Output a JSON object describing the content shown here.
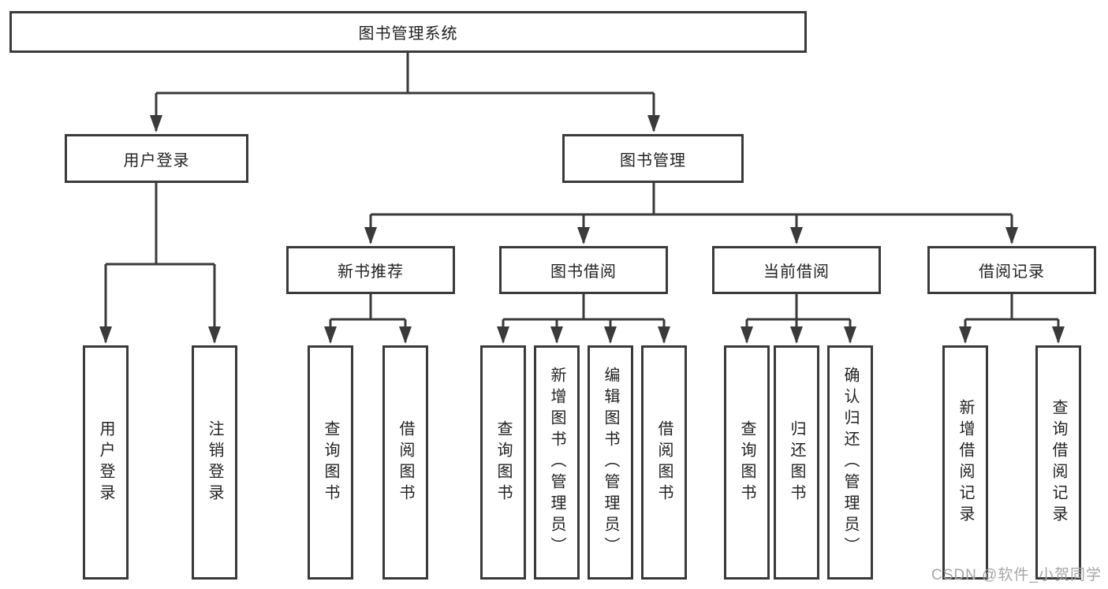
{
  "diagram": {
    "root": {
      "label": "图书管理系统"
    },
    "branches": [
      {
        "label": "用户登录",
        "children": [
          {
            "label": "用户登录"
          },
          {
            "label": "注销登录"
          }
        ]
      },
      {
        "label": "图书管理",
        "children": [
          {
            "label": "新书推荐",
            "children": [
              {
                "label": "查询图书"
              },
              {
                "label": "借阅图书"
              }
            ]
          },
          {
            "label": "图书借阅",
            "children": [
              {
                "label": "查询图书"
              },
              {
                "label": "新增图书（管理员）"
              },
              {
                "label": "编辑图书（管理员）"
              },
              {
                "label": "借阅图书"
              }
            ]
          },
          {
            "label": "当前借阅",
            "children": [
              {
                "label": "查询图书"
              },
              {
                "label": "归还图书"
              },
              {
                "label": "确认归还（管理员）"
              }
            ]
          },
          {
            "label": "借阅记录",
            "children": [
              {
                "label": "新增借阅记录"
              },
              {
                "label": "查询借阅记录"
              }
            ]
          }
        ]
      }
    ]
  },
  "watermark": {
    "text": "CSDN @软件_小贺同学"
  },
  "colors": {
    "line": "#3a3a3a",
    "text": "#222222",
    "watermark_text": "#a6a6a6",
    "background": "#ffffff"
  }
}
